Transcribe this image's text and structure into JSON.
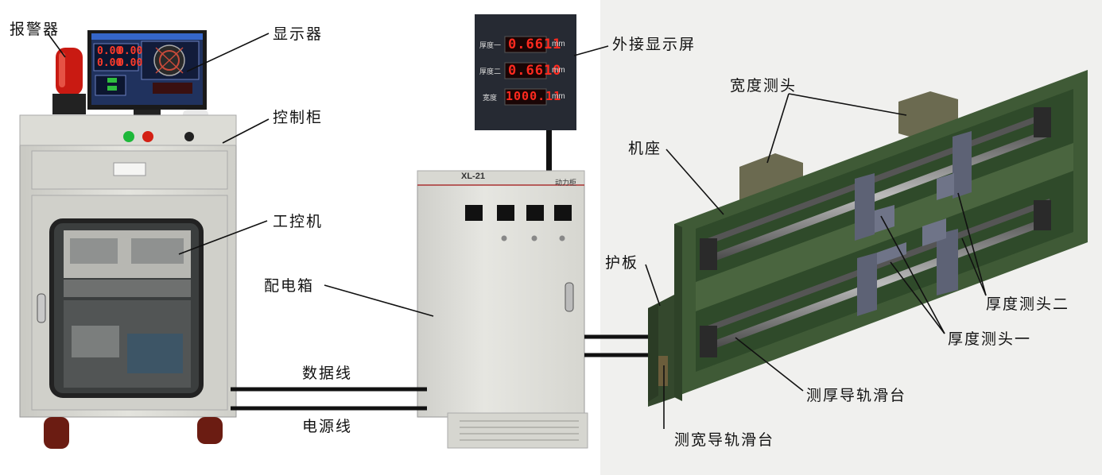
{
  "labels": {
    "alarm": "报警器",
    "monitor": "显示器",
    "cabinet": "控制柜",
    "ipc": "工控机",
    "distribution_box": "配电箱",
    "data_line": "数据线",
    "power_line": "电源线",
    "external_display": "外接显示屏",
    "width_probe": "宽度测头",
    "base": "机座",
    "guard_plate": "护板",
    "thickness_probe_2": "厚度测头二",
    "thickness_probe_1": "厚度测头一",
    "thickness_rail_slide": "测厚导轨滑台",
    "width_rail_slide": "测宽导轨滑台"
  },
  "external_display": {
    "rows": [
      {
        "name": "厚度一",
        "value": "0.6611",
        "unit": "mm"
      },
      {
        "name": "厚度二",
        "value": "0.6610",
        "unit": "mm"
      },
      {
        "name": "宽度",
        "value": "1000.11",
        "unit": "mm"
      }
    ]
  },
  "distribution_box": {
    "model": "XL-21",
    "tag": "动力柜"
  },
  "monitor": {
    "values": [
      "0.00",
      "0.00",
      "0.00",
      "0.00"
    ]
  },
  "colors": {
    "machine_green": "#3f5a36",
    "cabinet_gray": "#d8d8d2",
    "led_red": "#ff2a1f"
  }
}
